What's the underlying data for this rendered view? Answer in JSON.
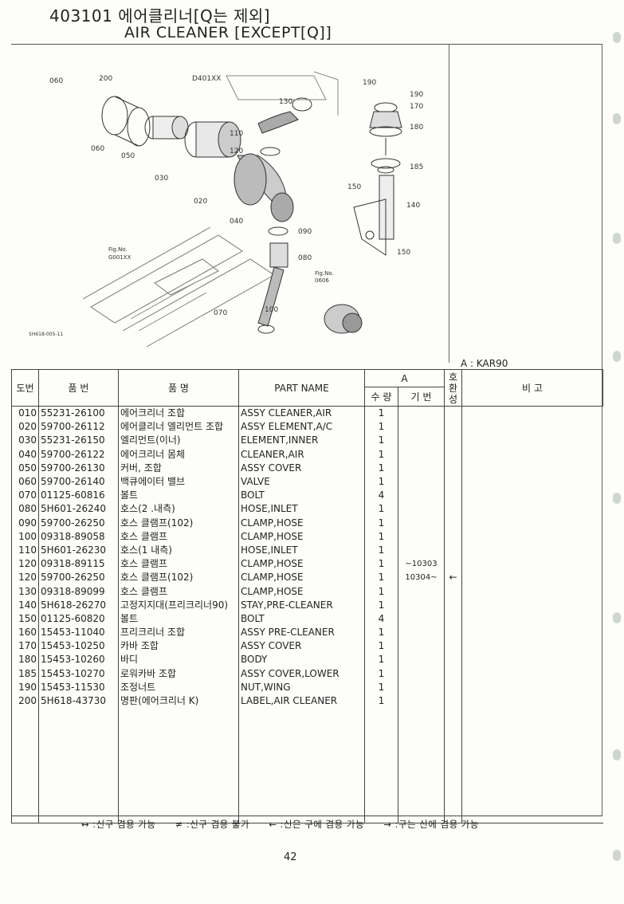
{
  "header": {
    "title_line1": "403101 에어클리너[Q는 제외]",
    "title_line2": "AIR CLEANER [EXCEPT[Q]]"
  },
  "diagram": {
    "callouts": [
      "060",
      "200",
      "D401XX",
      "190",
      "130",
      "190",
      "170",
      "110",
      "180",
      "120",
      "060",
      "050",
      "030",
      "185",
      "020",
      "150",
      "140",
      "040",
      "090",
      "Fig.No.",
      "G001XX",
      "080",
      "150",
      "Fig.No.",
      "0606",
      "100",
      "070",
      "5H618-005-11"
    ]
  },
  "legend_a": "A : KAR90",
  "table": {
    "headers": {
      "no": "도번",
      "part_no": "품   번",
      "name_kr": "품     명",
      "part_name": "PART NAME",
      "a_group": "A",
      "qty": "수 량",
      "serial": "기 번",
      "compat": "호환성",
      "remarks": "비     고"
    },
    "rows": [
      {
        "no": "010",
        "part": "55231-26100",
        "kr": "에어크리너 조합",
        "en": "ASSY CLEANER,AIR",
        "qty": "1",
        "ser": "",
        "comp": ""
      },
      {
        "no": "020",
        "part": "59700-26112",
        "kr": "에어클리너 엘리먼트 조합",
        "en": "ASSY ELEMENT,A/C",
        "qty": "1",
        "ser": "",
        "comp": ""
      },
      {
        "no": "030",
        "part": "55231-26150",
        "kr": "엘리먼트(이너)",
        "en": "ELEMENT,INNER",
        "qty": "1",
        "ser": "",
        "comp": ""
      },
      {
        "no": "040",
        "part": "59700-26122",
        "kr": "에어크리너 몸체",
        "en": "CLEANER,AIR",
        "qty": "1",
        "ser": "",
        "comp": ""
      },
      {
        "no": "050",
        "part": "59700-26130",
        "kr": "커버, 조합",
        "en": "ASSY COVER",
        "qty": "1",
        "ser": "",
        "comp": ""
      },
      {
        "no": "060",
        "part": "59700-26140",
        "kr": "백큐에이터 밸브",
        "en": "VALVE",
        "qty": "1",
        "ser": "",
        "comp": ""
      },
      {
        "no": "070",
        "part": "01125-60816",
        "kr": "볼트",
        "en": "BOLT",
        "qty": "4",
        "ser": "",
        "comp": ""
      },
      {
        "no": "080",
        "part": "5H601-26240",
        "kr": "호스(2 .내측)",
        "en": "HOSE,INLET",
        "qty": "1",
        "ser": "",
        "comp": ""
      },
      {
        "no": "090",
        "part": "59700-26250",
        "kr": "호스 클램프(102)",
        "en": "CLAMP,HOSE",
        "qty": "1",
        "ser": "",
        "comp": ""
      },
      {
        "no": "100",
        "part": "09318-89058",
        "kr": "호스 클램프",
        "en": "CLAMP,HOSE",
        "qty": "1",
        "ser": "",
        "comp": ""
      },
      {
        "no": "110",
        "part": "5H601-26230",
        "kr": "호스(1 내측)",
        "en": "HOSE,INLET",
        "qty": "1",
        "ser": "",
        "comp": ""
      },
      {
        "no": "120",
        "part": "09318-89115",
        "kr": "호스 클램프",
        "en": "CLAMP,HOSE",
        "qty": "1",
        "ser": "~10303",
        "comp": ""
      },
      {
        "no": "120",
        "part": "59700-26250",
        "kr": "호스 클램프(102)",
        "en": "CLAMP,HOSE",
        "qty": "1",
        "ser": "10304~",
        "comp": "←"
      },
      {
        "no": "130",
        "part": "09318-89099",
        "kr": "호스 클램프",
        "en": "CLAMP,HOSE",
        "qty": "1",
        "ser": "",
        "comp": ""
      },
      {
        "no": "140",
        "part": "5H618-26270",
        "kr": "고정지지대(프리크리너90)",
        "en": "STAY,PRE-CLEANER",
        "qty": "1",
        "ser": "",
        "comp": ""
      },
      {
        "no": "150",
        "part": "01125-60820",
        "kr": "볼트",
        "en": "BOLT",
        "qty": "4",
        "ser": "",
        "comp": ""
      },
      {
        "no": "160",
        "part": "15453-11040",
        "kr": "프리크리너 조합",
        "en": "ASSY PRE-CLEANER",
        "qty": "1",
        "ser": "",
        "comp": ""
      },
      {
        "no": "170",
        "part": "15453-10250",
        "kr": "카바 조합",
        "en": "ASSY COVER",
        "qty": "1",
        "ser": "",
        "comp": ""
      },
      {
        "no": "180",
        "part": "15453-10260",
        "kr": "바디",
        "en": "BODY",
        "qty": "1",
        "ser": "",
        "comp": ""
      },
      {
        "no": "185",
        "part": "15453-10270",
        "kr": "로워카바 조합",
        "en": "ASSY COVER,LOWER",
        "qty": "1",
        "ser": "",
        "comp": ""
      },
      {
        "no": "190",
        "part": "15453-11530",
        "kr": "조정너트",
        "en": "NUT,WING",
        "qty": "1",
        "ser": "",
        "comp": ""
      },
      {
        "no": "200",
        "part": "5H618-43730",
        "kr": "명판(에어크리너 K)",
        "en": "LABEL,AIR CLEANER",
        "qty": "1",
        "ser": "",
        "comp": ""
      }
    ]
  },
  "footer": {
    "legend": [
      "↔ :신구 겸용 가능",
      "≠ :신구 겸용 불가",
      "← :신은 구에 겸용 가능",
      "→ :구는 신에 겸용 가능"
    ],
    "page": "42"
  }
}
